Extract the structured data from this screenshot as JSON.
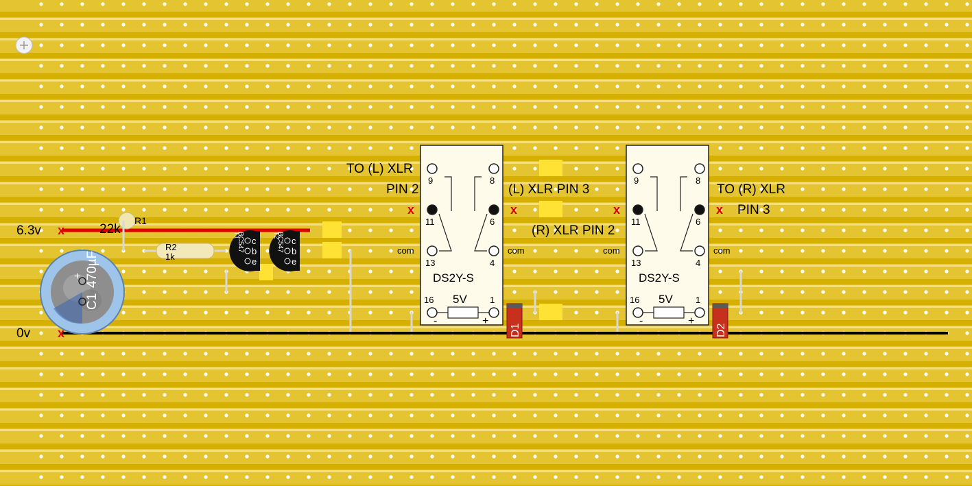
{
  "board": {
    "colors": {
      "board": "#d6b000",
      "strip": "#f3d65a",
      "hole": "#ffffff",
      "wire_power": "#e00000",
      "wire_ground": "#000000",
      "cut": "#ffe233",
      "relay_body": "#fffbea",
      "diode": "#c8301e"
    }
  },
  "rails": {
    "power_label": "6.3v",
    "ground_label": "0v",
    "x_mark": "x"
  },
  "capacitor": {
    "ref": "C1",
    "value": "470µF",
    "plus": "+"
  },
  "resistor1": {
    "ref": "R1",
    "value": "22k"
  },
  "resistor2": {
    "ref": "R2",
    "value": "1k"
  },
  "transistors": [
    {
      "part": "BC547",
      "pins": [
        "c",
        "b",
        "e"
      ],
      "type_mark": "T1"
    },
    {
      "part": "BC547",
      "pins": [
        "c",
        "b",
        "e"
      ],
      "type_mark": "T2"
    }
  ],
  "relays": [
    {
      "part": "DS2Y-S",
      "coil": "5V",
      "pins": [
        "9",
        "8",
        "11",
        "6",
        "13",
        "4",
        "16",
        "1"
      ],
      "com": "com",
      "minus": "-",
      "plus": "+"
    },
    {
      "part": "DS2Y-S",
      "coil": "5V",
      "pins": [
        "9",
        "8",
        "11",
        "6",
        "13",
        "4",
        "16",
        "1"
      ],
      "com": "com",
      "minus": "-",
      "plus": "+"
    }
  ],
  "diodes": [
    {
      "ref": "D1"
    },
    {
      "ref": "D2"
    }
  ],
  "labels": {
    "to_l_xlr": "TO (L) XLR",
    "pin2": "PIN 2",
    "l_xlr_pin3": "(L) XLR PIN 3",
    "r_xlr_pin2": "(R) XLR PIN 2",
    "to_r_xlr": "TO (R) XLR",
    "pin3": "PIN 3"
  },
  "icons": {
    "mount_hole": "plus-circle-icon"
  }
}
